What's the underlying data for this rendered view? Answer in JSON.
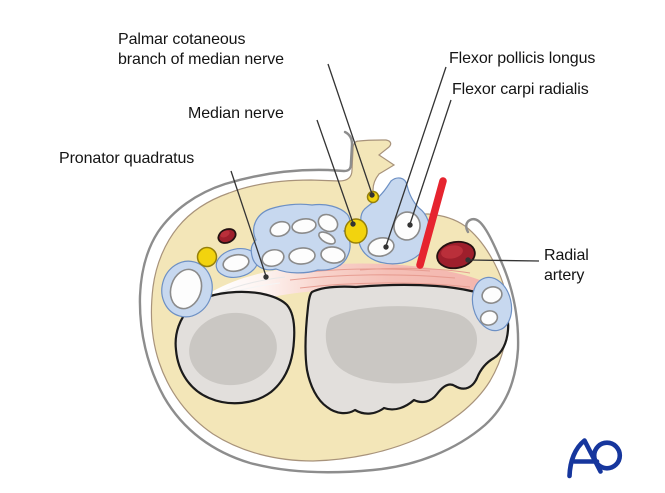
{
  "labels": {
    "palmar_cutaneous_branch": "Palmar cotaneous\nbranch of median nerve",
    "median_nerve": "Median nerve",
    "pronator_quadratus": "Pronator quadratus",
    "flexor_pollicis_longus": "Flexor pollicis longus",
    "flexor_carpi_radialis": "Flexor carpi radialis",
    "radial_artery": "Radial\nartery"
  },
  "logo": {
    "text": "AO"
  },
  "colors": {
    "beige": "#f3e6b8",
    "tan": "#a8937b",
    "skinline": "#8d8d8d",
    "sheath": "#c7d8ef",
    "sheath_stroke": "#6d90c4",
    "nerve": "#f2d30e",
    "nerve_stroke": "#96800a",
    "vessel": "#9e1f2c",
    "vessel_light": "#ba2f3a",
    "incision": "#e6242f",
    "bone": "#e2dfdc",
    "bone_inner": "#cac7c3",
    "bone_stroke": "#1b1b1b",
    "muscle_pink": "#f3b4ac",
    "logo_blue": "#16369d",
    "text": "#141414",
    "leader": "#333333"
  }
}
